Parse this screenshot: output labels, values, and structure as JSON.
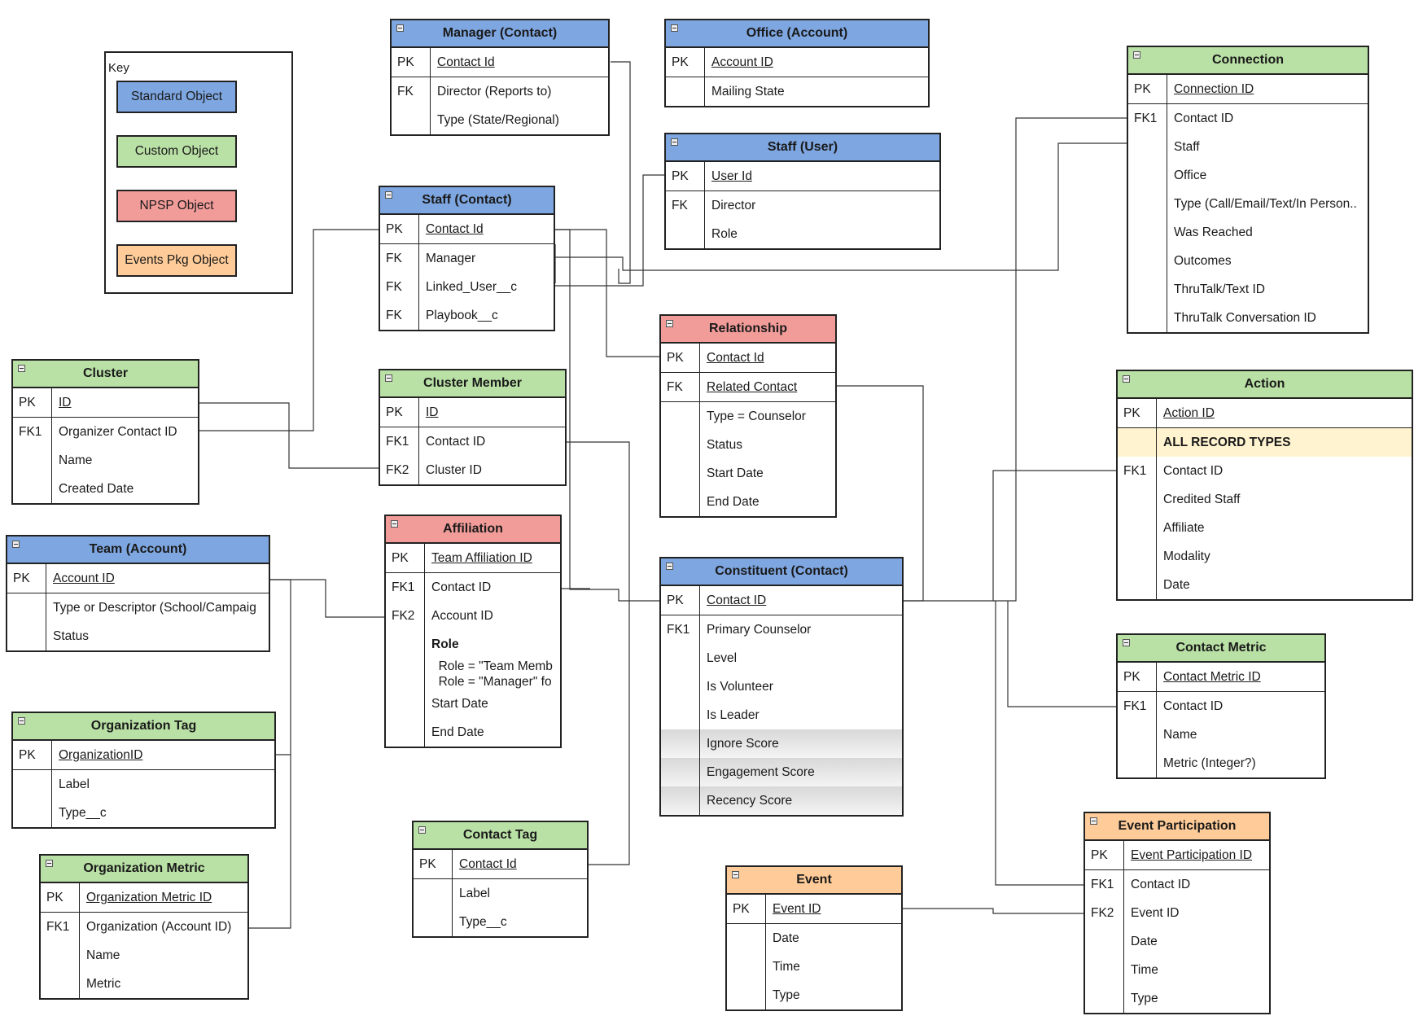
{
  "colors": {
    "standard": "#7ea6e0",
    "custom": "#b9e0a5",
    "npsp": "#f19c99",
    "events": "#ffcc99",
    "highlight": "#fff3d0"
  },
  "key": {
    "title": "Key",
    "items": [
      {
        "label": "Standard Object",
        "kind": "standard"
      },
      {
        "label": "Custom Object",
        "kind": "custom"
      },
      {
        "label": "NPSP Object",
        "kind": "npsp"
      },
      {
        "label": "Events Pkg Object",
        "kind": "events"
      }
    ]
  },
  "entities": [
    {
      "id": "manager",
      "title": "Manager (Contact)",
      "kind": "standard",
      "sections": [
        [
          {
            "key": "PK",
            "name": "Contact Id",
            "u": true
          }
        ],
        [
          {
            "key": "FK",
            "name": "Director (Reports to)"
          },
          {
            "key": "",
            "name": "Type (State/Regional)"
          }
        ]
      ]
    },
    {
      "id": "office",
      "title": "Office (Account)",
      "kind": "standard",
      "sections": [
        [
          {
            "key": "PK",
            "name": "Account ID",
            "u": true
          }
        ],
        [
          {
            "key": "",
            "name": "Mailing State"
          }
        ]
      ]
    },
    {
      "id": "staffuser",
      "title": "Staff (User)",
      "kind": "standard",
      "sections": [
        [
          {
            "key": "PK",
            "name": "User Id",
            "u": true
          }
        ],
        [
          {
            "key": "FK",
            "name": "Director"
          },
          {
            "key": "",
            "name": "Role"
          }
        ]
      ]
    },
    {
      "id": "connection",
      "title": "Connection",
      "kind": "custom",
      "sections": [
        [
          {
            "key": "PK",
            "name": "Connection ID",
            "u": true
          }
        ],
        [
          {
            "key": "FK1",
            "name": "Contact ID"
          },
          {
            "key": "",
            "name": "Staff"
          },
          {
            "key": "",
            "name": "Office"
          },
          {
            "key": "",
            "name": "Type (Call/Email/Text/In Person.."
          },
          {
            "key": "",
            "name": "Was Reached"
          },
          {
            "key": "",
            "name": "Outcomes"
          },
          {
            "key": "",
            "name": "ThruTalk/Text ID"
          },
          {
            "key": "",
            "name": "ThruTalk Conversation ID"
          }
        ]
      ]
    },
    {
      "id": "staffcontact",
      "title": "Staff (Contact)",
      "kind": "standard",
      "sections": [
        [
          {
            "key": "PK",
            "name": "Contact Id",
            "u": true
          }
        ],
        [
          {
            "key": "FK",
            "name": "Manager"
          },
          {
            "key": "FK",
            "name": "Linked_User__c"
          },
          {
            "key": "FK",
            "name": "Playbook__c"
          }
        ]
      ]
    },
    {
      "id": "cluster",
      "title": "Cluster",
      "kind": "custom",
      "sections": [
        [
          {
            "key": "PK",
            "name": "ID",
            "u": true
          }
        ],
        [
          {
            "key": "FK1",
            "name": "Organizer Contact ID"
          },
          {
            "key": "",
            "name": "Name"
          },
          {
            "key": "",
            "name": "Created Date"
          }
        ]
      ]
    },
    {
      "id": "clustermember",
      "title": "Cluster Member",
      "kind": "custom",
      "sections": [
        [
          {
            "key": "PK",
            "name": "ID",
            "u": true
          }
        ],
        [
          {
            "key": "FK1",
            "name": "Contact ID"
          },
          {
            "key": "FK2",
            "name": "Cluster ID"
          }
        ]
      ]
    },
    {
      "id": "relationship",
      "title": "Relationship",
      "kind": "npsp",
      "sections": [
        [
          {
            "key": "PK",
            "name": "Contact Id",
            "u": true
          }
        ],
        [
          {
            "key": "FK",
            "name": "Related Contact",
            "u": true
          }
        ],
        [
          {
            "key": "",
            "name": "Type = Counselor"
          },
          {
            "key": "",
            "name": "Status"
          },
          {
            "key": "",
            "name": "Start Date"
          },
          {
            "key": "",
            "name": "End Date"
          }
        ]
      ]
    },
    {
      "id": "action",
      "title": "Action",
      "kind": "custom",
      "sections": [
        [
          {
            "key": "PK",
            "name": "Action ID",
            "u": true
          }
        ],
        [
          {
            "key": "",
            "name": "ALL RECORD TYPES",
            "b": true,
            "hl": true
          },
          {
            "key": "FK1",
            "name": "Contact ID"
          },
          {
            "key": "",
            "name": "Credited Staff"
          },
          {
            "key": "",
            "name": "Affiliate"
          },
          {
            "key": "",
            "name": "Modality"
          },
          {
            "key": "",
            "name": "Date"
          }
        ]
      ]
    },
    {
      "id": "team",
      "title": "Team (Account)",
      "kind": "standard",
      "sections": [
        [
          {
            "key": "PK",
            "name": "Account ID",
            "u": true
          }
        ],
        [
          {
            "key": "",
            "name": "Type or Descriptor (School/Campaig"
          },
          {
            "key": "",
            "name": "Status"
          }
        ]
      ]
    },
    {
      "id": "affiliation",
      "title": "Affiliation",
      "kind": "npsp",
      "sections": [
        [
          {
            "key": "PK",
            "name": "Team Affiliation ID",
            "u": true
          }
        ],
        [
          {
            "key": "FK1",
            "name": "Contact ID"
          },
          {
            "key": "FK2",
            "name": "Account ID"
          },
          {
            "key": "",
            "name": "Role",
            "b": true
          },
          {
            "key": "",
            "name": "  Role = \"Team Memb",
            "tight": true
          },
          {
            "key": "",
            "name": "  Role = \"Manager\" fo",
            "tight": true
          },
          {
            "key": "",
            "name": "Start Date"
          },
          {
            "key": "",
            "name": "End Date"
          }
        ]
      ]
    },
    {
      "id": "constituent",
      "title": "Constituent (Contact)",
      "kind": "standard",
      "sections": [
        [
          {
            "key": "PK",
            "name": "Contact ID",
            "u": true
          }
        ],
        [
          {
            "key": "FK1",
            "name": "Primary Counselor"
          },
          {
            "key": "",
            "name": "Level"
          },
          {
            "key": "",
            "name": "Is Volunteer"
          },
          {
            "key": "",
            "name": "Is Leader"
          },
          {
            "key": "",
            "name": "Ignore Score",
            "grey": true
          },
          {
            "key": "",
            "name": "Engagement Score",
            "grey": true
          },
          {
            "key": "",
            "name": "Recency Score",
            "grey": true
          }
        ]
      ]
    },
    {
      "id": "contactmetric",
      "title": "Contact Metric",
      "kind": "custom",
      "sections": [
        [
          {
            "key": "PK",
            "name": "Contact Metric ID",
            "u": true
          }
        ],
        [
          {
            "key": "FK1",
            "name": "Contact ID"
          },
          {
            "key": "",
            "name": "Name"
          },
          {
            "key": "",
            "name": "Metric (Integer?)"
          }
        ]
      ]
    },
    {
      "id": "orgtag",
      "title": "Organization Tag",
      "kind": "custom",
      "sections": [
        [
          {
            "key": "PK",
            "name": "OrganizationID",
            "u": true
          }
        ],
        [
          {
            "key": "",
            "name": "Label"
          },
          {
            "key": "",
            "name": "Type__c"
          }
        ]
      ]
    },
    {
      "id": "contacttag",
      "title": "Contact Tag",
      "kind": "custom",
      "sections": [
        [
          {
            "key": "PK",
            "name": "Contact Id",
            "u": true
          }
        ],
        [
          {
            "key": "",
            "name": "Label"
          },
          {
            "key": "",
            "name": "Type__c"
          }
        ]
      ]
    },
    {
      "id": "orgmetric",
      "title": "Organization Metric",
      "kind": "custom",
      "sections": [
        [
          {
            "key": "PK",
            "name": "Organization Metric ID",
            "u": true
          }
        ],
        [
          {
            "key": "FK1",
            "name": "Organization (Account ID)"
          },
          {
            "key": "",
            "name": "Name"
          },
          {
            "key": "",
            "name": "Metric"
          }
        ]
      ]
    },
    {
      "id": "event",
      "title": "Event",
      "kind": "events",
      "sections": [
        [
          {
            "key": "PK",
            "name": "Event ID",
            "u": true
          }
        ],
        [
          {
            "key": "",
            "name": "Date"
          },
          {
            "key": "",
            "name": "Time"
          },
          {
            "key": "",
            "name": "Type"
          }
        ]
      ]
    },
    {
      "id": "eventpart",
      "title": "Event Participation",
      "kind": "events",
      "sections": [
        [
          {
            "key": "PK",
            "name": "Event Participation ID",
            "u": true
          }
        ],
        [
          {
            "key": "FK1",
            "name": "Contact ID"
          },
          {
            "key": "FK2",
            "name": "Event ID"
          },
          {
            "key": "",
            "name": "Date"
          },
          {
            "key": "",
            "name": "Time"
          },
          {
            "key": "",
            "name": "Type"
          }
        ]
      ]
    }
  ]
}
